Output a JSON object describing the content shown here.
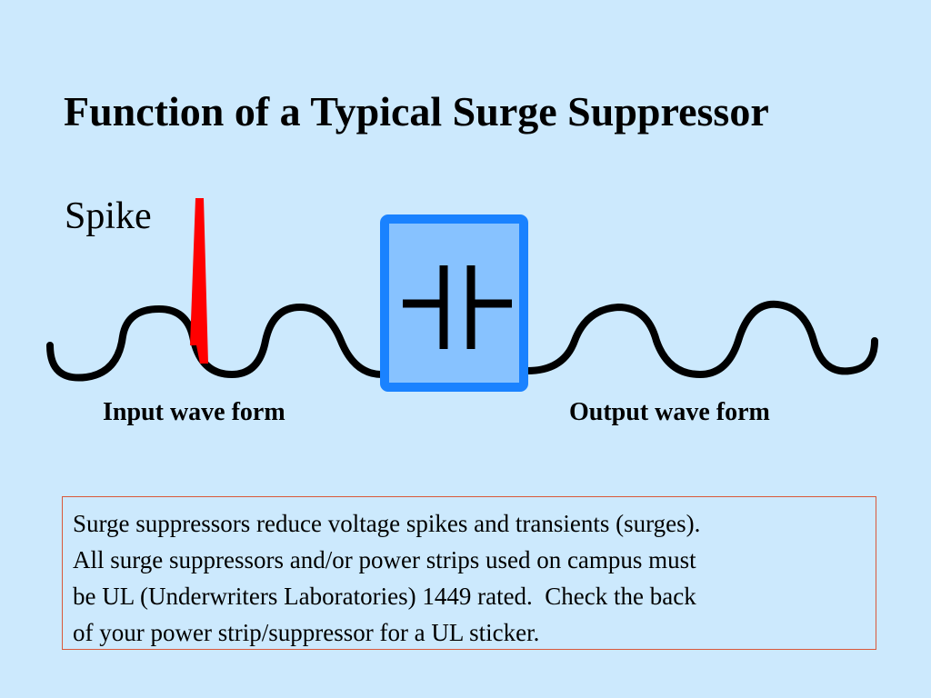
{
  "slide": {
    "title": "Function of a Typical Surge Suppressor",
    "spike_label": "Spike",
    "input_label": "Input wave form",
    "output_label": "Output wave form",
    "note_lines": [
      "Surge suppressors reduce voltage spikes and transients (surges).",
      "All surge suppressors and/or power strips used on campus must",
      "be UL (Underwriters Laboratories) 1449 rated.  Check the back",
      "of your power strip/suppressor for a UL sticker."
    ]
  },
  "colors": {
    "background": "#cce9fd",
    "wave": "#000000",
    "spike": "#ff0000",
    "suppressor_fill": "#87c2ff",
    "suppressor_border": "#1a82ff",
    "note_border": "#d9583a"
  },
  "icons": {
    "suppressor": "capacitor-symbol-icon"
  }
}
